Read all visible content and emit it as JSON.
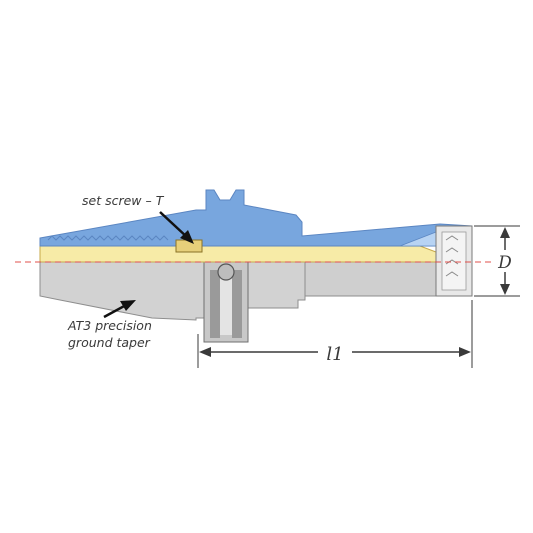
{
  "labels": {
    "set_screw": "set screw – T",
    "taper_line1": "AT3 precision",
    "taper_line2": "ground taper",
    "length": "l1",
    "diameter": "D"
  },
  "colors": {
    "blue": "#78a6de",
    "blue_dark": "#5b86c2",
    "yellow": "#f7eba7",
    "yellow_edge": "#c7a94a",
    "gray": "#d2d2d2",
    "gray_dark": "#8e8e8e",
    "centerline": "#e0504d",
    "text": "#3a3a3a"
  }
}
